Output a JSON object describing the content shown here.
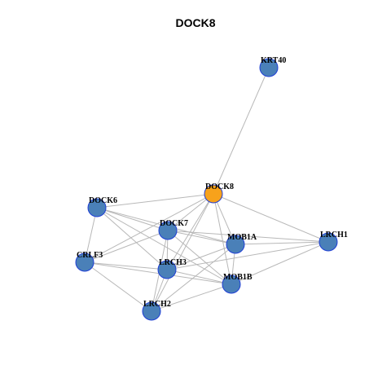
{
  "title": "DOCK8",
  "colors": {
    "node_default": "#4a80b8",
    "node_center": "#f7a21b",
    "node_border": "#1f3fd6",
    "edge": "#b8b8b8"
  },
  "nodes": [
    {
      "id": "KRT40",
      "label": "KRT40",
      "center": false
    },
    {
      "id": "DOCK8",
      "label": "DOCK8",
      "center": true
    },
    {
      "id": "DOCK6",
      "label": "DOCK6",
      "center": false
    },
    {
      "id": "DOCK7",
      "label": "DOCK7",
      "center": false
    },
    {
      "id": "MOB1A",
      "label": "MOB1A",
      "center": false
    },
    {
      "id": "LRCH1",
      "label": "LRCH1",
      "center": false
    },
    {
      "id": "CRLF3",
      "label": "CRLF3",
      "center": false
    },
    {
      "id": "LRCH3",
      "label": "LRCH3",
      "center": false
    },
    {
      "id": "MOB1B",
      "label": "MOB1B",
      "center": false
    },
    {
      "id": "LRCH2",
      "label": "LRCH2",
      "center": false
    }
  ],
  "edges": [
    [
      "KRT40",
      "DOCK8"
    ],
    [
      "DOCK8",
      "DOCK6"
    ],
    [
      "DOCK8",
      "DOCK7"
    ],
    [
      "DOCK8",
      "MOB1A"
    ],
    [
      "DOCK8",
      "LRCH1"
    ],
    [
      "DOCK8",
      "CRLF3"
    ],
    [
      "DOCK8",
      "LRCH3"
    ],
    [
      "DOCK8",
      "MOB1B"
    ],
    [
      "DOCK8",
      "LRCH2"
    ],
    [
      "DOCK6",
      "DOCK7"
    ],
    [
      "DOCK6",
      "MOB1A"
    ],
    [
      "DOCK6",
      "CRLF3"
    ],
    [
      "DOCK6",
      "LRCH3"
    ],
    [
      "DOCK6",
      "MOB1B"
    ],
    [
      "DOCK7",
      "MOB1A"
    ],
    [
      "DOCK7",
      "LRCH1"
    ],
    [
      "DOCK7",
      "CRLF3"
    ],
    [
      "DOCK7",
      "LRCH3"
    ],
    [
      "DOCK7",
      "MOB1B"
    ],
    [
      "DOCK7",
      "LRCH2"
    ],
    [
      "MOB1A",
      "LRCH1"
    ],
    [
      "MOB1A",
      "LRCH3"
    ],
    [
      "MOB1A",
      "MOB1B"
    ],
    [
      "MOB1A",
      "LRCH2"
    ],
    [
      "LRCH1",
      "LRCH3"
    ],
    [
      "LRCH1",
      "MOB1B"
    ],
    [
      "CRLF3",
      "LRCH3"
    ],
    [
      "CRLF3",
      "MOB1B"
    ],
    [
      "CRLF3",
      "LRCH2"
    ],
    [
      "LRCH3",
      "MOB1B"
    ],
    [
      "LRCH3",
      "LRCH2"
    ],
    [
      "MOB1B",
      "LRCH2"
    ]
  ]
}
